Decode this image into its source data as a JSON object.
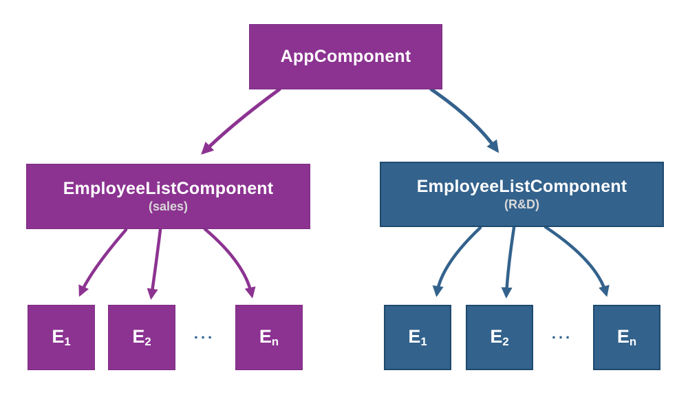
{
  "colors": {
    "purple": "#8c3391",
    "purple_border": "#7c2c82",
    "blue": "#33628c",
    "blue_border": "#1e4a6e",
    "subtitle_text": "#d9d9d9",
    "ellipsis": "#2d5f8e",
    "title_text": "#ffffff",
    "background": "#ffffff"
  },
  "diagram": {
    "root": {
      "label": "AppComponent"
    },
    "branches": [
      {
        "label": "EmployeeListComponent",
        "sublabel": "(sales)",
        "theme": "purple",
        "children": [
          {
            "base": "E",
            "sub": "1"
          },
          {
            "base": "E",
            "sub": "2"
          },
          {
            "base": "E",
            "sub": "n"
          }
        ],
        "ellipsis": "..."
      },
      {
        "label": "EmployeeListComponent",
        "sublabel": "(R&D)",
        "theme": "blue",
        "children": [
          {
            "base": "E",
            "sub": "1"
          },
          {
            "base": "E",
            "sub": "2"
          },
          {
            "base": "E",
            "sub": "n"
          }
        ],
        "ellipsis": "..."
      }
    ]
  }
}
